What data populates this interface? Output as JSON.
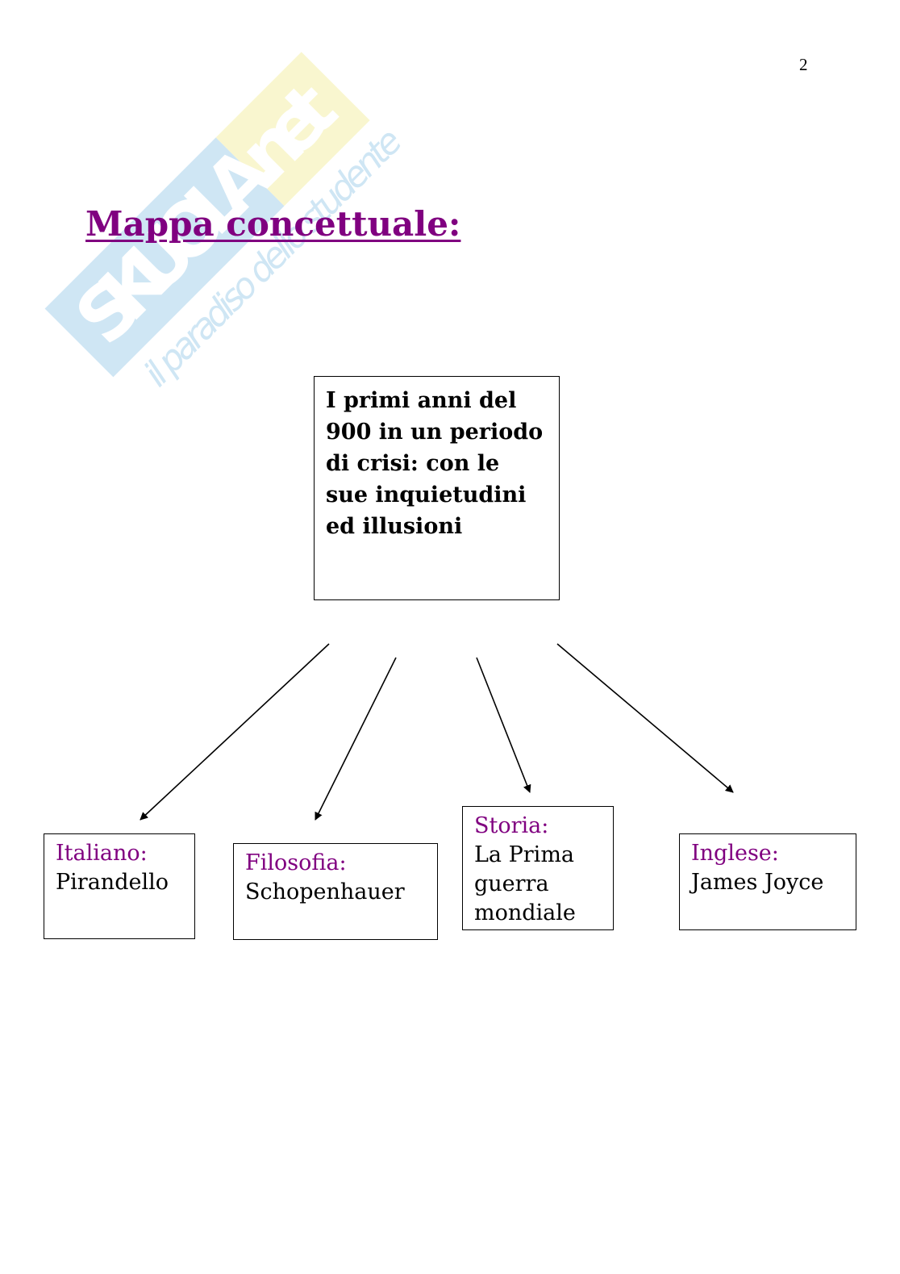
{
  "page": {
    "number": "2",
    "title": "Mappa concettuale:"
  },
  "watermark": {
    "logo_text": "SKUOLA.net",
    "tagline": "il paradiso dello studente"
  },
  "center": {
    "text": "I primi anni del 900 in un periodo di crisi: con le sue inquietudini ed illusioni"
  },
  "subjects": [
    {
      "label": "Italiano:",
      "value": "Pirandello"
    },
    {
      "label": "Filosofia:",
      "value": "Schopenhauer"
    },
    {
      "label": "Storia:",
      "value": "La Prima guerra mondiale"
    },
    {
      "label": "Inglese:",
      "value": "James Joyce"
    }
  ],
  "colors": {
    "title": "#800080",
    "label": "#800080",
    "text": "#000000",
    "watermark_blue": "#a9d2ec",
    "watermark_yellow": "#f5f0a8"
  }
}
